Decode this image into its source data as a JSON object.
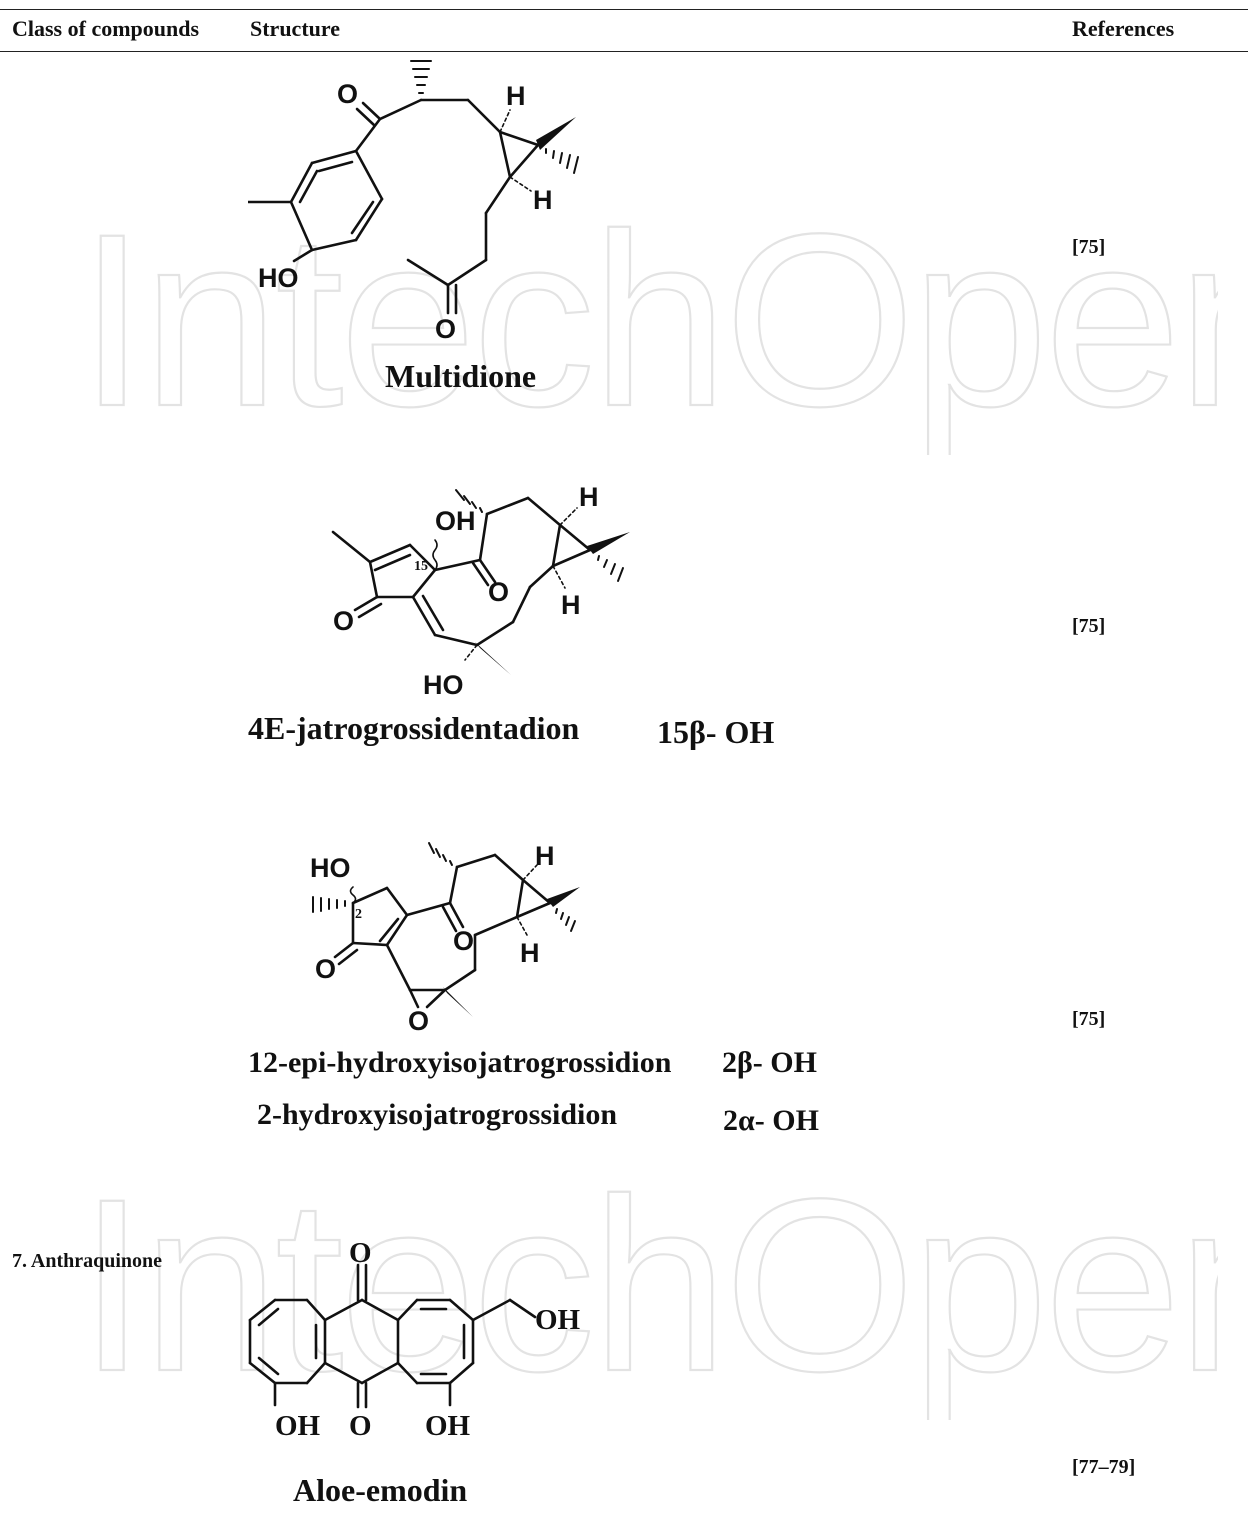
{
  "header": {
    "class_of_compounds": "Class of compounds",
    "structure": "Structure",
    "references": "References"
  },
  "watermark": {
    "text": "IntechOpen"
  },
  "rows": [
    {
      "class": "",
      "compound_names": [
        "Multidione"
      ],
      "variants": [],
      "atom_labels": [
        "O",
        "H",
        "H",
        "HO",
        "O"
      ],
      "reference": "[75]"
    },
    {
      "class": "",
      "compound_names": [
        "4E-jatrogrossidentadion"
      ],
      "variants": [
        "15β- OH"
      ],
      "atom_labels": [
        "OH",
        "H",
        "15",
        "O",
        "O",
        "H",
        "HO"
      ],
      "reference": "[75]"
    },
    {
      "class": "",
      "compound_names": [
        "12-epi-hydroxyisojatrogrossidion",
        "2-hydroxyisojatrogrossidion"
      ],
      "variants": [
        "2β- OH",
        "2α- OH"
      ],
      "atom_labels": [
        "HO",
        "H",
        "2",
        "O",
        "H",
        "O",
        "O"
      ],
      "reference": "[75]"
    },
    {
      "class": "7. Anthraquinone",
      "compound_names": [
        "Aloe-emodin"
      ],
      "variants": [],
      "atom_labels": [
        "O",
        "OH",
        "OH",
        "O",
        "OH"
      ],
      "reference": "[77–79]"
    }
  ]
}
